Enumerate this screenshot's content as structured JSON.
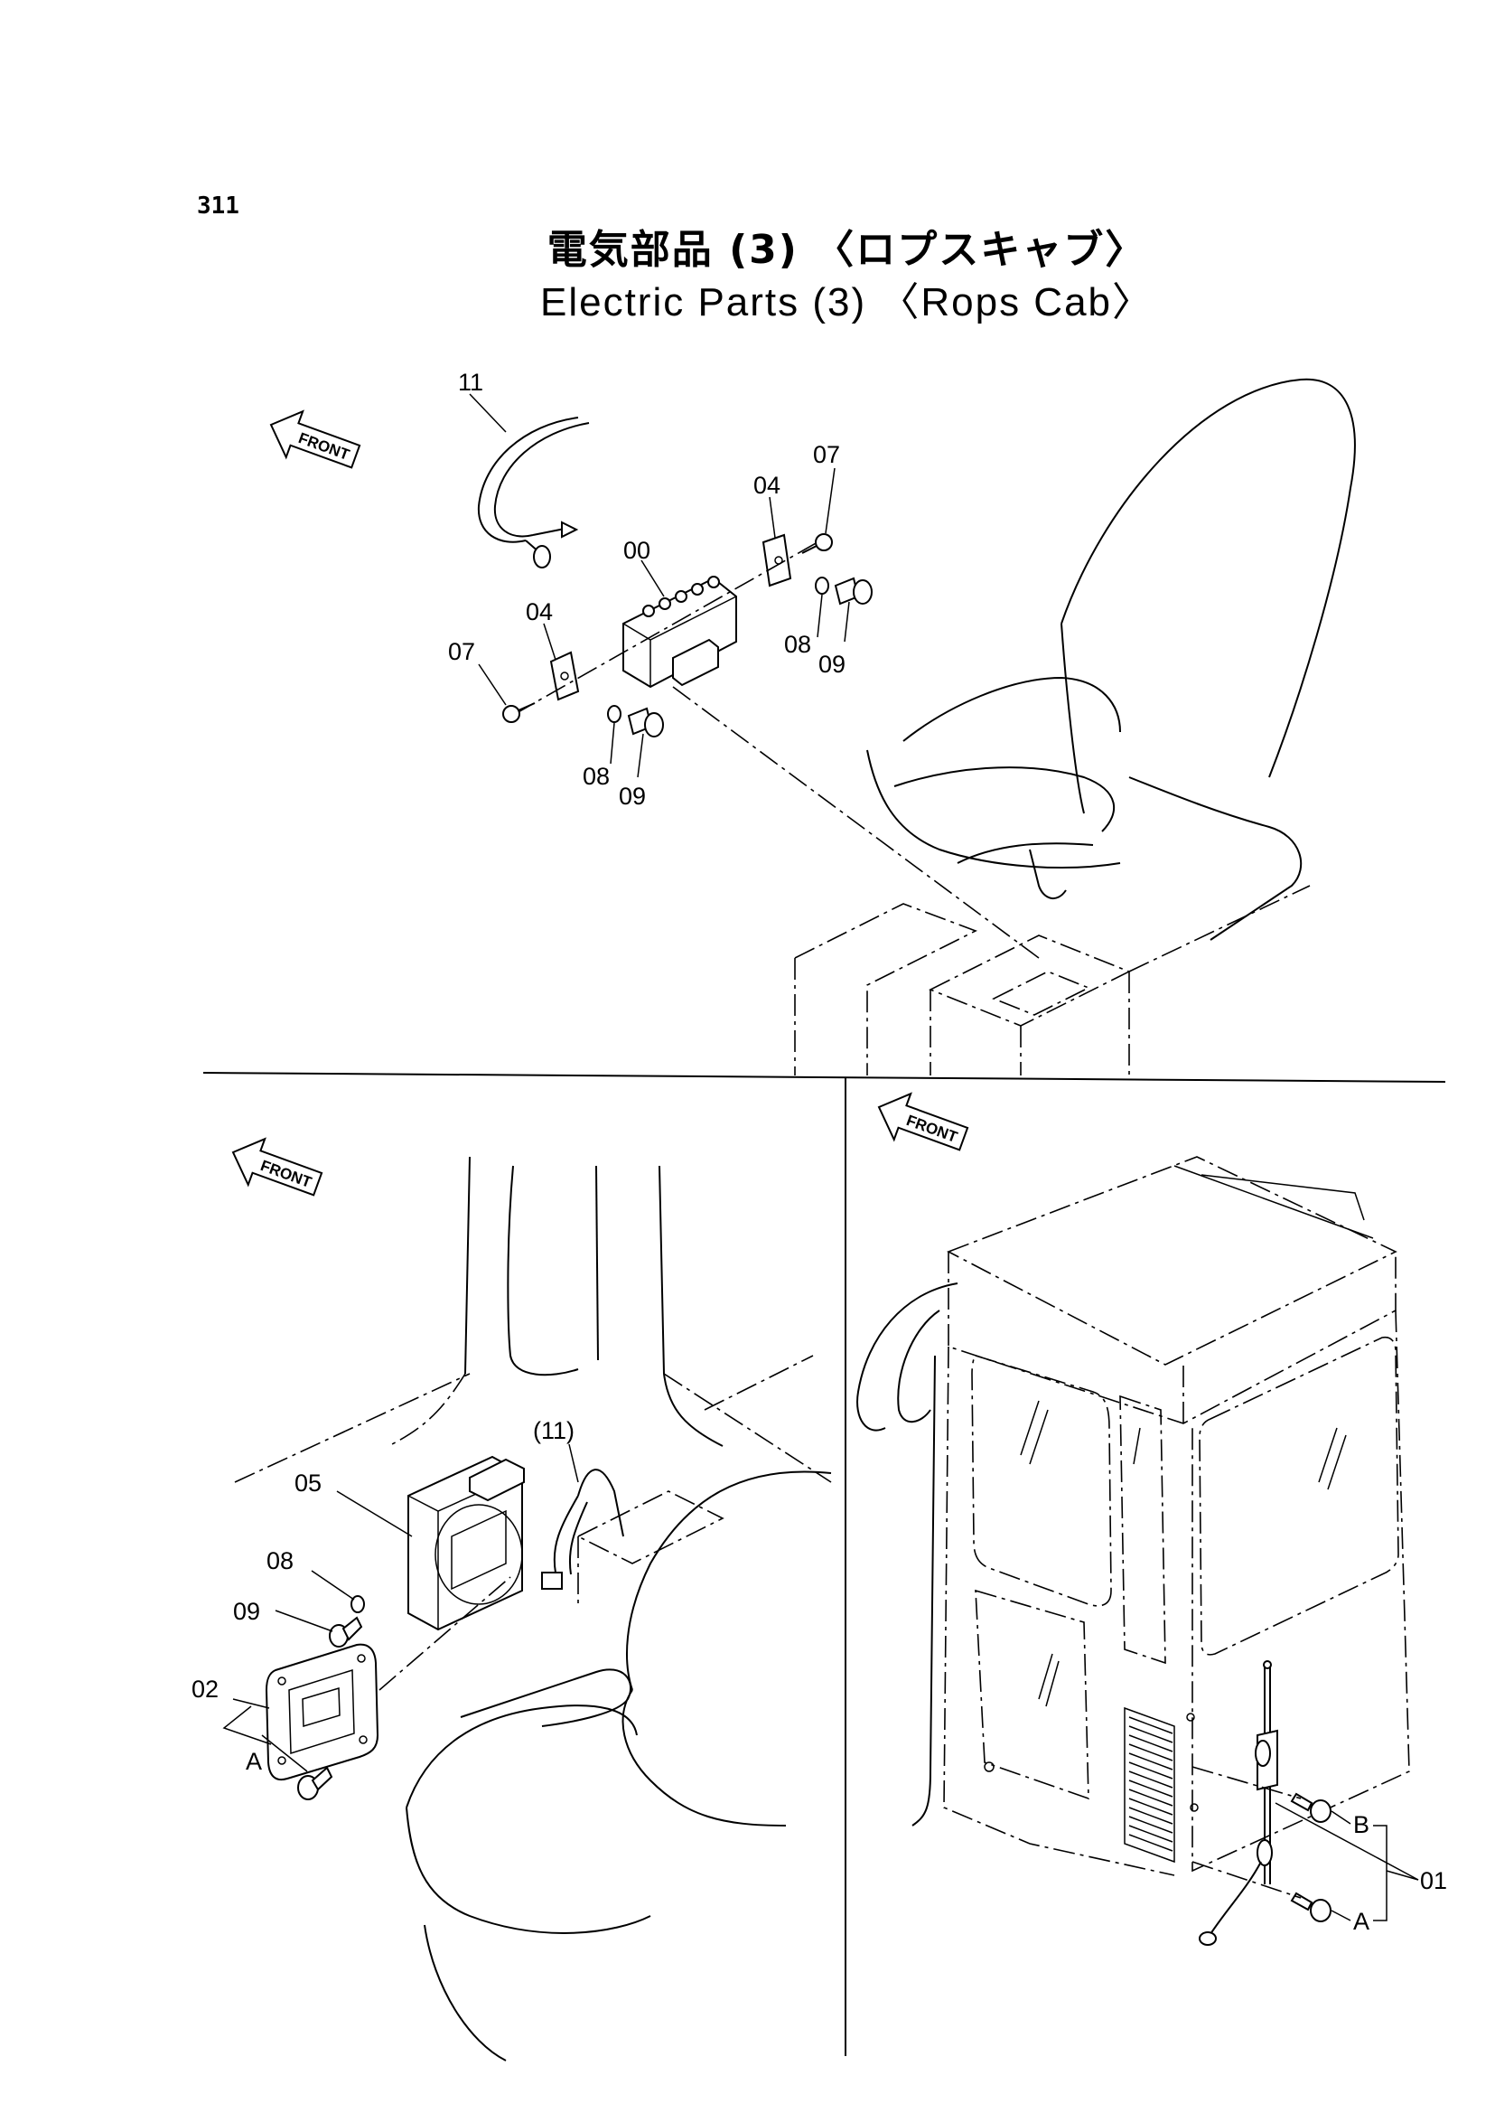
{
  "page_number": "311",
  "title_ja": "電気部品 (3) 〈ロプスキャブ〉",
  "title_en": "Electric Parts (3) 〈Rops Cab〉",
  "front_label": "FRONT",
  "callouts": {
    "top": {
      "p11": "11",
      "p07a": "07",
      "p04a": "04",
      "p00": "00",
      "p04b": "04",
      "p07b": "07",
      "p08a": "08",
      "p09a": "09",
      "p08b": "08",
      "p09b": "09"
    },
    "left": {
      "p11": "(11)",
      "p05": "05",
      "p08": "08",
      "p09": "09",
      "p02": "02",
      "pA": "A"
    },
    "right": {
      "pB": "B",
      "p01": "01",
      "pA": "A"
    }
  },
  "icons": [
    "front-arrow-icon"
  ]
}
